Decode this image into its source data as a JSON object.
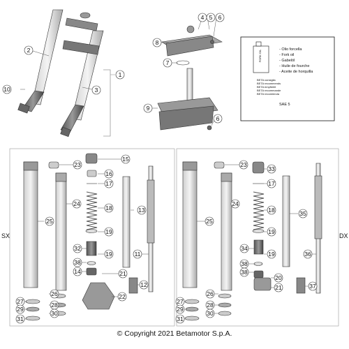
{
  "diagram": {
    "side_left": "SX",
    "side_right": "DX",
    "copyright": "© Copyright 2021 Betamotor S.p.A.",
    "oil_box": {
      "can_label": "FORK OIL",
      "languages": [
        "- Olio forcella",
        "- Fork oil",
        "- Gabelöl",
        "- Huile de fourche",
        "- Aceite de horquilla"
      ],
      "recommend": [
        "BETA consiglia",
        "BETA recommends",
        "BETA empfiehlt",
        "BETA recommande",
        "BETA recomienda"
      ],
      "grade": "SAE 5"
    },
    "callouts": {
      "c1": "1",
      "c2": "2",
      "c3": "3",
      "c4": "4",
      "c5": "5",
      "c6": "6",
      "c6b": "6",
      "c7": "7",
      "c8": "8",
      "c9": "9",
      "c10": "10",
      "l11": "11",
      "l12": "12",
      "l13": "13",
      "l14": "14",
      "l15": "15",
      "l16": "16",
      "l17": "17",
      "l18": "18",
      "l19": "19",
      "l19b": "19",
      "l21": "21",
      "l22": "22",
      "l23": "23",
      "l24": "24",
      "l25": "25",
      "l26": "26",
      "l27": "27",
      "l28": "28",
      "l29": "29",
      "l30": "30",
      "l31": "31",
      "l32": "32",
      "l38": "38",
      "r17": "17",
      "r18": "18",
      "r19": "19",
      "r19b": "19",
      "r20": "20",
      "r21": "21",
      "r23": "23",
      "r24": "24",
      "r25": "25",
      "r26": "26",
      "r27": "27",
      "r28": "28",
      "r29": "29",
      "r30": "30",
      "r31": "31",
      "r33": "33",
      "r34": "34",
      "r35": "35",
      "r36": "36",
      "r37": "37",
      "r38": "38"
    }
  }
}
